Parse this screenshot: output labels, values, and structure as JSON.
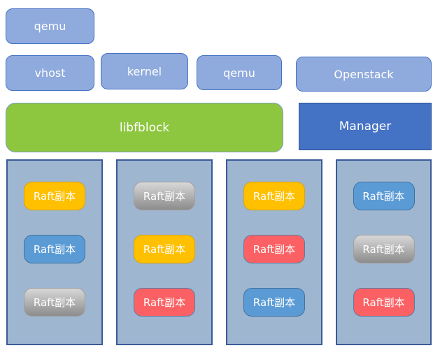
{
  "diagram": {
    "top_row": {
      "qemu_label": "qemu"
    },
    "second_row": {
      "vhost_label": "vhost",
      "kernel_label": "kernel",
      "qemu_label": "qemu",
      "openstack_label": "Openstack"
    },
    "middle_row": {
      "libfblock_label": "libfblock",
      "manager_label": "Manager"
    },
    "columns": [
      {
        "replicas": [
          {
            "label": "Raft副本",
            "color": "gold"
          },
          {
            "label": "Raft副本",
            "color": "blue"
          },
          {
            "label": "Raft副本",
            "color": "gray"
          }
        ]
      },
      {
        "replicas": [
          {
            "label": "Raft副本",
            "color": "gray"
          },
          {
            "label": "Raft副本",
            "color": "gold"
          },
          {
            "label": "Raft副本",
            "color": "red"
          }
        ]
      },
      {
        "replicas": [
          {
            "label": "Raft副本",
            "color": "gold"
          },
          {
            "label": "Raft副本",
            "color": "red"
          },
          {
            "label": "Raft副本",
            "color": "blue"
          }
        ]
      },
      {
        "replicas": [
          {
            "label": "Raft副本",
            "color": "blue"
          },
          {
            "label": "Raft副本",
            "color": "gray"
          },
          {
            "label": "Raft副本",
            "color": "red"
          }
        ]
      }
    ]
  },
  "colors": {
    "light_blue_fill": "#8FAADC",
    "light_blue_border": "#4472C4",
    "green_fill": "#8DC63F",
    "green_border": "#7D9BC1",
    "manager_fill": "#4472C4",
    "manager_border": "#2E5395",
    "column_fill": "#9EB6D0",
    "column_border": "#3A5A98",
    "raft_gold": "#FFC000",
    "raft_gold_border": "#D9A300",
    "raft_blue": "#5B9BD5",
    "raft_blue_border": "#41719C",
    "raft_red": "#FB6164",
    "raft_red_border": "#5B7DA5",
    "raft_gray_top": "#D8D8D8",
    "raft_gray_bottom": "#8C8C8C",
    "raft_gray_border": "#A0A0A0",
    "text": "#FFFFFF"
  }
}
